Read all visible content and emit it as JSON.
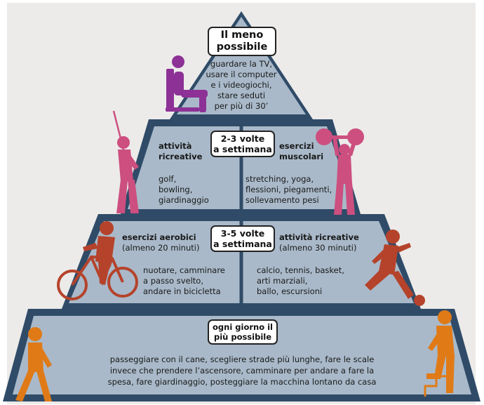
{
  "colors": {
    "background_frame": "#ecebe9",
    "pyramid_light": "#a9b9c9",
    "pyramid_mid": "#9fb3c6",
    "pyramid_edge": "#2f4b68",
    "purple": "#8d3196",
    "pink": "#cc4f7f",
    "red": "#b5432b",
    "orange": "#e07a17"
  },
  "tiers": {
    "top": {
      "label": "Il meno\npossibile",
      "activities": "guardare la TV,\nusare il computer\ne i videogiochi,\nstare seduti\nper più di 30’",
      "icon": "sitting-person-icon"
    },
    "second": {
      "label": "2-3 volte\na settimana",
      "left_heading": "attività\nricreative",
      "left_items": "golf,\nbowling,\ngiardinaggio",
      "right_heading": "esercizi\nmuscolari",
      "right_items": "stretching, yoga,\nflessioni, piegamenti,\nsollevamento pesi",
      "left_icon": "golfer-icon",
      "right_icon": "weightlifter-icon"
    },
    "third": {
      "label": "3-5 volte\na settimana",
      "left_heading": "esercizi aerobici",
      "left_sub": "(almeno 20 minuti)",
      "left_items": "nuotare, camminare\na passo svelto,\nandare in bicicletta",
      "right_heading": "attività ricreative",
      "right_sub": "(almeno 30 minuti)",
      "right_items": "calcio, tennis, basket,\narti marziali,\nballo, escursioni",
      "left_icon": "cyclist-icon",
      "right_icon": "soccer-player-icon"
    },
    "base": {
      "label": "ogni giorno il\npiù possibile",
      "activities": "passeggiare con il cane, scegliere strade più lunghe, fare le scale\ninvece che prendere l’ascensore, camminare per andare a fare la\nspesa, fare giardinaggio, posteggiare la macchina lontano da casa",
      "left_icon": "walking-person-icon",
      "right_icon": "stair-climber-icon"
    }
  }
}
